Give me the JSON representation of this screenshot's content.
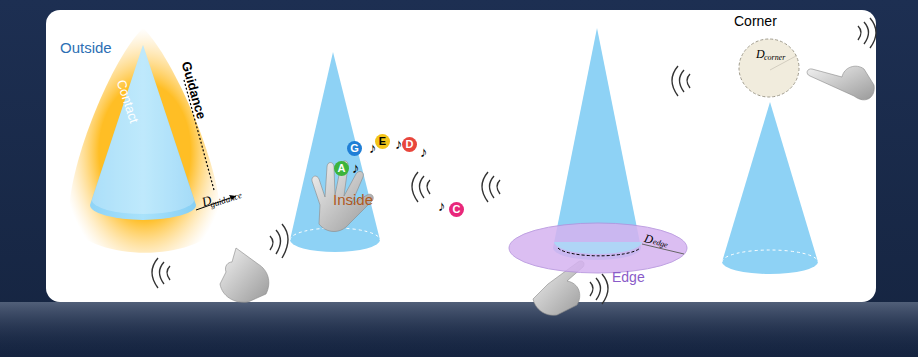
{
  "diagram": {
    "nodes": [
      {
        "text": [
          "A"
        ]
      },
      {
        "text": [
          "G"
        ]
      },
      {
        "text": [
          "E"
        ]
      },
      {
        "text": [
          "D"
        ]
      },
      {
        "text": [
          "C"
        ]
      },
      {
        "text": [
          "Edge",
          "D",
          "edge"
        ]
      },
      {
        "text": [
          "D",
          "corner"
        ]
      }
    ],
    "labels": [
      "Outside",
      "Contact",
      "Guidance",
      "D",
      "guidance",
      "Inside",
      "♪",
      "♪",
      "♪",
      "♪",
      "♪",
      "Corner"
    ]
  }
}
